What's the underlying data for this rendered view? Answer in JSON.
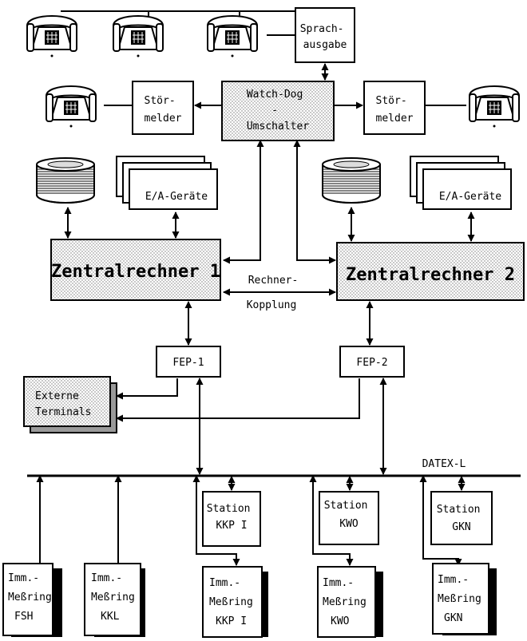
{
  "nodes": {
    "sprachausgabe": [
      "Sprach-",
      "ausgabe"
    ],
    "stoermelder_left": [
      "Stör-",
      "melder"
    ],
    "stoermelder_right": [
      "Stör-",
      "melder"
    ],
    "watchdog": [
      "Watch-Dog",
      "-",
      "Umschalter"
    ],
    "ea_geraete_left": "E/A-Geräte",
    "ea_geraete_right": "E/A-Geräte",
    "zentralrechner_1": "Zentralrechner 1",
    "zentralrechner_2": "Zentralrechner 2",
    "rechner_kopplung": [
      "Rechner-",
      "Kopplung"
    ],
    "fep_1": "FEP-1",
    "fep_2": "FEP-2",
    "externe_terminals": [
      "Externe",
      "Terminals"
    ],
    "datex_l": "DATEX-L",
    "stations": [
      [
        "Station",
        "KKP I"
      ],
      [
        "Station",
        "KWO"
      ],
      [
        "Station",
        "GKN"
      ]
    ],
    "messringe": [
      [
        "Imm.-",
        "Meßring",
        "FSH"
      ],
      [
        "Imm.-",
        "Meßring",
        "KKL"
      ],
      [
        "Imm.-",
        "Meßring",
        "KKP I"
      ],
      [
        "Imm.-",
        "Meßring",
        "KWO"
      ],
      [
        "Imm.-",
        "Meßring",
        "GKN"
      ]
    ]
  },
  "icons": [
    "telephone-icon",
    "disk-drive-icon",
    "document-stack-icon"
  ]
}
